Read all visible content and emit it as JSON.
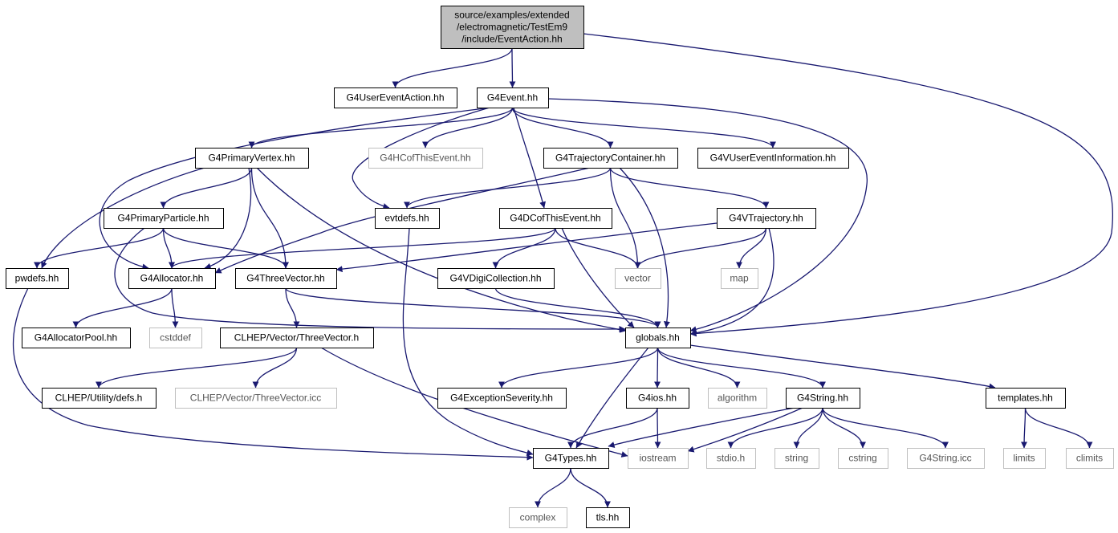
{
  "colors": {
    "edge": "#191970",
    "root_fill": "#bfbfbf",
    "normal_border": "#000000",
    "external_border": "#bfbfbf",
    "external_text": "#555555"
  },
  "nodes": [
    {
      "id": "root",
      "kind": "root",
      "lines": [
        "source/examples/extended",
        "/electromagnetic/TestEm9",
        "/include/EventAction.hh"
      ]
    },
    {
      "id": "G4UserEventAction",
      "kind": "normal",
      "lines": [
        "G4UserEventAction.hh"
      ]
    },
    {
      "id": "G4Event",
      "kind": "normal",
      "lines": [
        "G4Event.hh"
      ]
    },
    {
      "id": "G4PrimaryVertex",
      "kind": "normal",
      "lines": [
        "G4PrimaryVertex.hh"
      ]
    },
    {
      "id": "G4HCofThisEvent",
      "kind": "external",
      "lines": [
        "G4HCofThisEvent.hh"
      ]
    },
    {
      "id": "G4TrajectoryContainer",
      "kind": "normal",
      "lines": [
        "G4TrajectoryContainer.hh"
      ]
    },
    {
      "id": "G4VUserEventInformation",
      "kind": "normal",
      "lines": [
        "G4VUserEventInformation.hh"
      ]
    },
    {
      "id": "G4PrimaryParticle",
      "kind": "normal",
      "lines": [
        "G4PrimaryParticle.hh"
      ]
    },
    {
      "id": "evtdefs",
      "kind": "normal",
      "lines": [
        "evtdefs.hh"
      ]
    },
    {
      "id": "G4DCofThisEvent",
      "kind": "normal",
      "lines": [
        "G4DCofThisEvent.hh"
      ]
    },
    {
      "id": "G4VTrajectory",
      "kind": "normal",
      "lines": [
        "G4VTrajectory.hh"
      ]
    },
    {
      "id": "pwdefs",
      "kind": "normal",
      "lines": [
        "pwdefs.hh"
      ]
    },
    {
      "id": "G4Allocator",
      "kind": "normal",
      "lines": [
        "G4Allocator.hh"
      ]
    },
    {
      "id": "G4ThreeVector",
      "kind": "normal",
      "lines": [
        "G4ThreeVector.hh"
      ]
    },
    {
      "id": "G4VDigiCollection",
      "kind": "normal",
      "lines": [
        "G4VDigiCollection.hh"
      ]
    },
    {
      "id": "vector",
      "kind": "external",
      "lines": [
        "vector"
      ]
    },
    {
      "id": "map",
      "kind": "external",
      "lines": [
        "map"
      ]
    },
    {
      "id": "G4AllocatorPool",
      "kind": "normal",
      "lines": [
        "G4AllocatorPool.hh"
      ]
    },
    {
      "id": "cstddef",
      "kind": "external",
      "lines": [
        "cstddef"
      ]
    },
    {
      "id": "ThreeVectorH",
      "kind": "normal",
      "lines": [
        "CLHEP/Vector/ThreeVector.h"
      ]
    },
    {
      "id": "globals",
      "kind": "normal",
      "lines": [
        "globals.hh"
      ]
    },
    {
      "id": "defsH",
      "kind": "normal",
      "lines": [
        "CLHEP/Utility/defs.h"
      ]
    },
    {
      "id": "ThreeVectorIcc",
      "kind": "external",
      "lines": [
        "CLHEP/Vector/ThreeVector.icc"
      ]
    },
    {
      "id": "G4ExceptionSeverity",
      "kind": "normal",
      "lines": [
        "G4ExceptionSeverity.hh"
      ]
    },
    {
      "id": "G4ios",
      "kind": "normal",
      "lines": [
        "G4ios.hh"
      ]
    },
    {
      "id": "algorithm",
      "kind": "external",
      "lines": [
        "algorithm"
      ]
    },
    {
      "id": "G4String",
      "kind": "normal",
      "lines": [
        "G4String.hh"
      ]
    },
    {
      "id": "templates",
      "kind": "normal",
      "lines": [
        "templates.hh"
      ]
    },
    {
      "id": "G4Types",
      "kind": "normal",
      "lines": [
        "G4Types.hh"
      ]
    },
    {
      "id": "iostream",
      "kind": "external",
      "lines": [
        "iostream"
      ]
    },
    {
      "id": "stdio",
      "kind": "external",
      "lines": [
        "stdio.h"
      ]
    },
    {
      "id": "string",
      "kind": "external",
      "lines": [
        "string"
      ]
    },
    {
      "id": "cstring",
      "kind": "external",
      "lines": [
        "cstring"
      ]
    },
    {
      "id": "G4StringIcc",
      "kind": "external",
      "lines": [
        "G4String.icc"
      ]
    },
    {
      "id": "limits",
      "kind": "external",
      "lines": [
        "limits"
      ]
    },
    {
      "id": "climits",
      "kind": "external",
      "lines": [
        "climits"
      ]
    },
    {
      "id": "complex",
      "kind": "external",
      "lines": [
        "complex"
      ]
    },
    {
      "id": "tls",
      "kind": "normal",
      "lines": [
        "tls.hh"
      ]
    }
  ],
  "edges": [
    [
      "root",
      "G4UserEventAction"
    ],
    [
      "root",
      "G4Event"
    ],
    [
      "root",
      "globals"
    ],
    [
      "G4Event",
      "G4PrimaryVertex"
    ],
    [
      "G4Event",
      "G4HCofThisEvent"
    ],
    [
      "G4Event",
      "G4TrajectoryContainer"
    ],
    [
      "G4Event",
      "G4VUserEventInformation"
    ],
    [
      "G4Event",
      "evtdefs"
    ],
    [
      "G4Event",
      "G4DCofThisEvent"
    ],
    [
      "G4Event",
      "G4Allocator"
    ],
    [
      "G4Event",
      "globals"
    ],
    [
      "G4PrimaryVertex",
      "G4PrimaryParticle"
    ],
    [
      "G4PrimaryVertex",
      "pwdefs"
    ],
    [
      "G4PrimaryVertex",
      "G4Allocator"
    ],
    [
      "G4PrimaryVertex",
      "G4ThreeVector"
    ],
    [
      "G4PrimaryVertex",
      "globals"
    ],
    [
      "G4TrajectoryContainer",
      "evtdefs"
    ],
    [
      "G4TrajectoryContainer",
      "G4VTrajectory"
    ],
    [
      "G4TrajectoryContainer",
      "vector"
    ],
    [
      "G4TrajectoryContainer",
      "G4Allocator"
    ],
    [
      "G4TrajectoryContainer",
      "globals"
    ],
    [
      "G4PrimaryParticle",
      "pwdefs"
    ],
    [
      "G4PrimaryParticle",
      "G4Allocator"
    ],
    [
      "G4PrimaryParticle",
      "G4ThreeVector"
    ],
    [
      "G4PrimaryParticle",
      "globals"
    ],
    [
      "evtdefs",
      "G4Types"
    ],
    [
      "G4DCofThisEvent",
      "G4Allocator"
    ],
    [
      "G4DCofThisEvent",
      "G4VDigiCollection"
    ],
    [
      "G4DCofThisEvent",
      "vector"
    ],
    [
      "G4DCofThisEvent",
      "globals"
    ],
    [
      "G4VTrajectory",
      "G4ThreeVector"
    ],
    [
      "G4VTrajectory",
      "vector"
    ],
    [
      "G4VTrajectory",
      "map"
    ],
    [
      "G4VTrajectory",
      "globals"
    ],
    [
      "pwdefs",
      "G4Types"
    ],
    [
      "G4Allocator",
      "G4AllocatorPool"
    ],
    [
      "G4Allocator",
      "cstddef"
    ],
    [
      "G4ThreeVector",
      "ThreeVectorH"
    ],
    [
      "G4ThreeVector",
      "globals"
    ],
    [
      "G4VDigiCollection",
      "globals"
    ],
    [
      "ThreeVectorH",
      "defsH"
    ],
    [
      "ThreeVectorH",
      "ThreeVectorIcc"
    ],
    [
      "ThreeVectorH",
      "iostream"
    ],
    [
      "globals",
      "G4ExceptionSeverity"
    ],
    [
      "globals",
      "G4ios"
    ],
    [
      "globals",
      "algorithm"
    ],
    [
      "globals",
      "G4String"
    ],
    [
      "globals",
      "templates"
    ],
    [
      "globals",
      "G4Types"
    ],
    [
      "G4ios",
      "G4Types"
    ],
    [
      "G4ios",
      "iostream"
    ],
    [
      "G4String",
      "G4Types"
    ],
    [
      "G4String",
      "iostream"
    ],
    [
      "G4String",
      "stdio"
    ],
    [
      "G4String",
      "string"
    ],
    [
      "G4String",
      "cstring"
    ],
    [
      "G4String",
      "G4StringIcc"
    ],
    [
      "templates",
      "limits"
    ],
    [
      "templates",
      "climits"
    ],
    [
      "G4Types",
      "complex"
    ],
    [
      "G4Types",
      "tls"
    ]
  ]
}
